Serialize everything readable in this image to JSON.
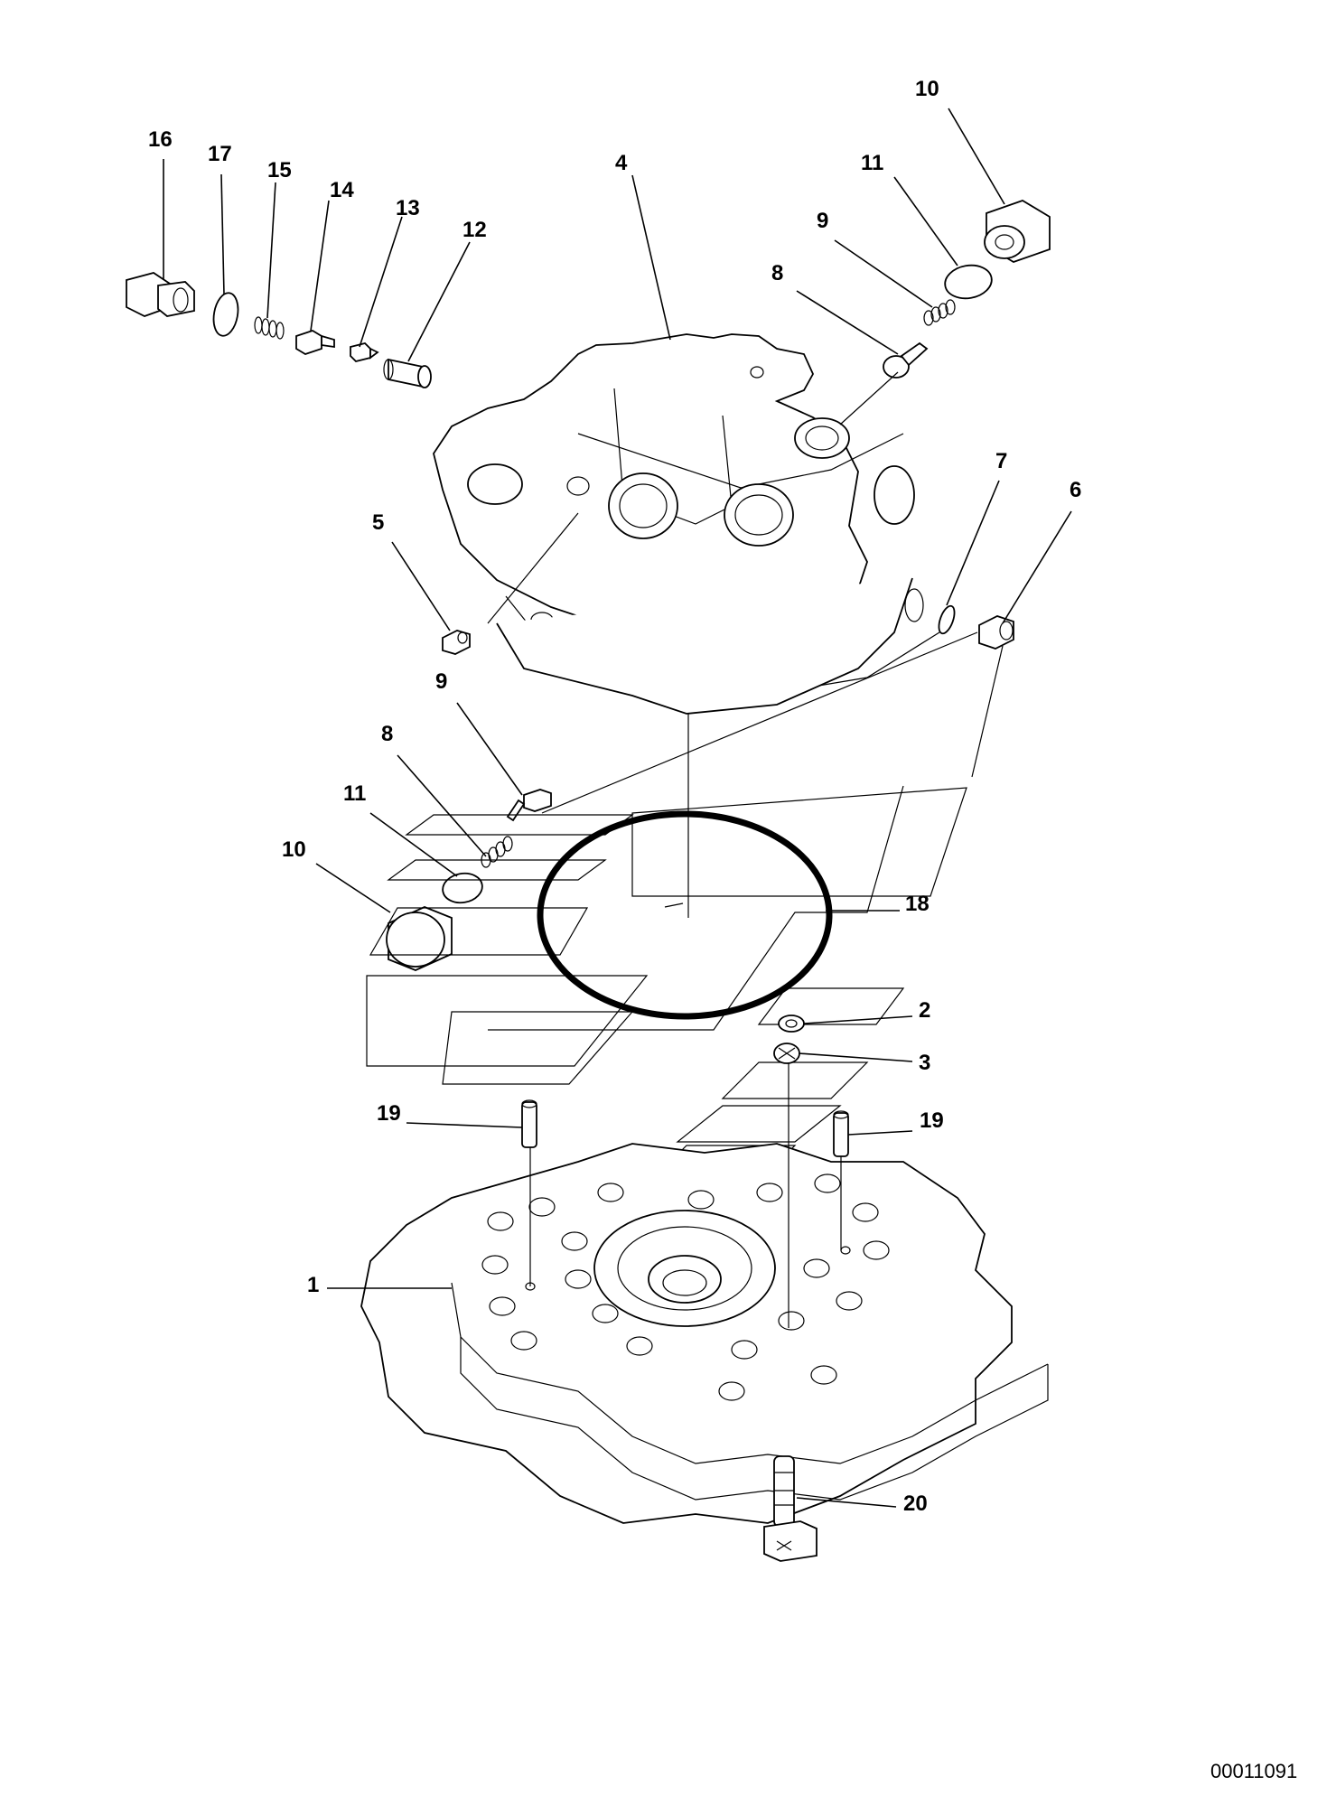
{
  "callouts": [
    {
      "id": "16",
      "text": "16"
    },
    {
      "id": "17",
      "text": "17"
    },
    {
      "id": "15",
      "text": "15"
    },
    {
      "id": "14",
      "text": "14"
    },
    {
      "id": "13",
      "text": "13"
    },
    {
      "id": "12",
      "text": "12"
    },
    {
      "id": "4",
      "text": "4"
    },
    {
      "id": "10a",
      "text": "10"
    },
    {
      "id": "11a",
      "text": "11"
    },
    {
      "id": "9a",
      "text": "9"
    },
    {
      "id": "8a",
      "text": "8"
    },
    {
      "id": "7",
      "text": "7"
    },
    {
      "id": "6",
      "text": "6"
    },
    {
      "id": "5",
      "text": "5"
    },
    {
      "id": "9b",
      "text": "9"
    },
    {
      "id": "8b",
      "text": "8"
    },
    {
      "id": "11b",
      "text": "11"
    },
    {
      "id": "10b",
      "text": "10"
    },
    {
      "id": "18",
      "text": "18"
    },
    {
      "id": "2",
      "text": "2"
    },
    {
      "id": "3",
      "text": "3"
    },
    {
      "id": "19a",
      "text": "19"
    },
    {
      "id": "19b",
      "text": "19"
    },
    {
      "id": "1",
      "text": "1"
    },
    {
      "id": "20",
      "text": "20"
    }
  ],
  "document_number": "00011091"
}
